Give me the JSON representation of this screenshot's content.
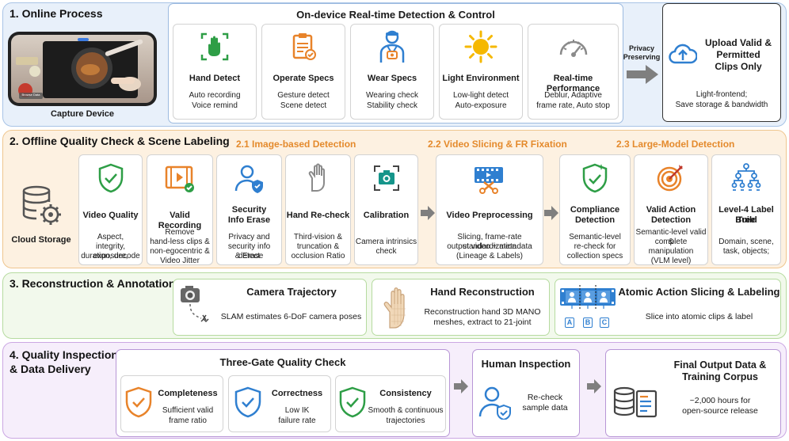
{
  "s1": {
    "title": "1. Online Process",
    "device": "Capture Device",
    "phone_chip": "Browse Data",
    "box_title": "On-device Real-time Detection & Control",
    "cards": [
      {
        "title": "Hand Detect",
        "d1": "Auto recording",
        "d2": "Voice remind"
      },
      {
        "title": "Operate Specs",
        "d1": "Gesture detect",
        "d2": "Scene detect"
      },
      {
        "title": "Wear Specs",
        "d1": "Wearing check",
        "d2": "Stability check"
      },
      {
        "title": "Light Environment",
        "d1": "Low-light detect",
        "d2": "Auto-exposure"
      },
      {
        "title": "Real-time Performance",
        "d1": "Deblur, Adaptive",
        "d2": "frame rate, Auto stop"
      }
    ],
    "arrow_l1": "Privacy",
    "arrow_l2": "Preserving",
    "upload_l1": "Upload Valid &",
    "upload_l2": "Permitted",
    "upload_l3": "Clips Only",
    "upload_d1": "Light-frontend;",
    "upload_d2": "Save storage & bandwidth"
  },
  "s2": {
    "title": "2. Offline Quality Check & Scene Labeling",
    "cloud": "Cloud Storage",
    "h1": "2.1 Image-based Detection",
    "h2": "2.2 Video Slicing & FR Fixation",
    "h3": "2.3 Large-Model Detection",
    "cards": [
      {
        "t1": "Video Quality",
        "t2": "",
        "d": [
          "Aspect,",
          "integrity, exposure,",
          "duration, decode"
        ]
      },
      {
        "t1": "Valid Recording",
        "t2": "",
        "d": [
          "Remove",
          "hand-less clips &",
          "non-egocentric &",
          "Video Jitter"
        ]
      },
      {
        "t1": "Security",
        "t2": "Info Erase",
        "d": [
          "Privacy and",
          "security info detect",
          "& Erase"
        ]
      },
      {
        "t1": "Hand Re-check",
        "t2": "",
        "d": [
          "Third-vision &",
          "truncation  &",
          "occlusion Ratio"
        ]
      },
      {
        "t1": "Calibration",
        "t2": "",
        "d": [
          "Camera intrinsics",
          "check"
        ]
      },
      {
        "t1": "Video Preprocessing",
        "t2": "",
        "d": [
          "Slicing, frame-rate standardization",
          "output video + metadata",
          "(Lineage & Labels)"
        ]
      },
      {
        "t1": "Compliance",
        "t2": "Detection",
        "d": [
          "Semantic-level",
          "re-check for",
          "collection specs"
        ]
      },
      {
        "t1": "Valid Action",
        "t2": "Detection",
        "d": [
          "Semantic-level valid &",
          "complete",
          "manipulation",
          "(VLM level)"
        ]
      },
      {
        "t1": "Level-4 Label Tree",
        "t2": "Build",
        "d": [
          "Domain, scene,",
          "task, objects;"
        ]
      }
    ]
  },
  "s3": {
    "title": "3. Reconstruction & Annotation",
    "cam_title": "Camera Trajectory",
    "cam_desc": "SLAM estimates 6-DoF camera poses",
    "hand_title": "Hand Reconstruction",
    "hand_d1": "Reconstruction hand 3D MANO",
    "hand_d2": "meshes, extract to 21-joint",
    "atom_title": "Atomic Action Slicing & Labeling",
    "atom_desc": "Slice into atomic clips & label",
    "clip_a": "A",
    "clip_b": "B",
    "clip_c": "C"
  },
  "s4": {
    "title_l1": "4. Quality Inspection",
    "title_l2": "& Data Delivery",
    "gate_title": "Three-Gate Quality Check",
    "gates": [
      {
        "t": "Completeness",
        "d1": "Sufficient valid",
        "d2": "frame ratio"
      },
      {
        "t": "Correctness",
        "d1": "Low IK",
        "d2": "failure rate"
      },
      {
        "t": "Consistency",
        "d1": "Smooth & continuous",
        "d2": "trajectories"
      }
    ],
    "human_title": "Human Inspection",
    "human_d1": "Re-check",
    "human_d2": "sample data",
    "final_l1": "Final Output Data &",
    "final_l2": "Training Corpus",
    "final_d1": "~2,000 hours for",
    "final_d2": "open-source release"
  },
  "colors": {
    "blue": "#2f7fd0",
    "green": "#2e9e46",
    "orange": "#e8832a",
    "purple": "#8b5cc6",
    "arrow": "#7f7f7f"
  }
}
